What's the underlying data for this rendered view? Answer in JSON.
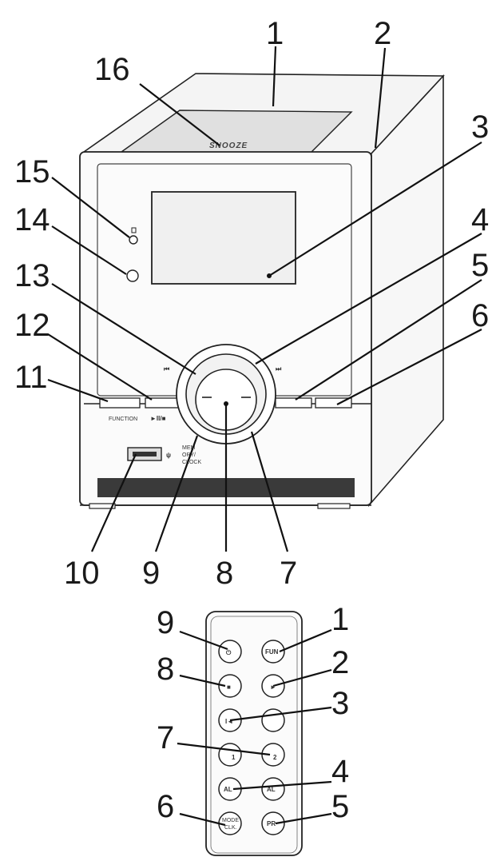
{
  "main_unit": {
    "callouts": [
      "1",
      "2",
      "3",
      "4",
      "5",
      "6",
      "7",
      "8",
      "9",
      "10",
      "11",
      "12",
      "13",
      "14",
      "15",
      "16"
    ],
    "top_label": "SNOOZE",
    "function_label": "FUNCTION",
    "prev_symbol": "⏮",
    "next_symbol": "⏭",
    "play_stop_symbol": "►II/■",
    "side_small_text": [
      "MEM",
      "ORY/",
      "CLOCK"
    ]
  },
  "remote": {
    "callouts": [
      "1",
      "2",
      "3",
      "4",
      "5",
      "6",
      "7",
      "8",
      "9"
    ],
    "buttons": {
      "power": "⏻",
      "fun": "FUN",
      "stop": "■",
      "play": "►",
      "prev": "I◄",
      "alm1": "1",
      "alm2": "2",
      "alarm_a": "AL",
      "alarm_b": "AL",
      "mode_clk": "MODE\nCLK",
      "pr": "PR"
    }
  },
  "colors": {
    "ink": "#1a1a1a",
    "paper": "#ffffff",
    "shade": "#e8e8e8",
    "dark_band": "#3a3a3a"
  }
}
